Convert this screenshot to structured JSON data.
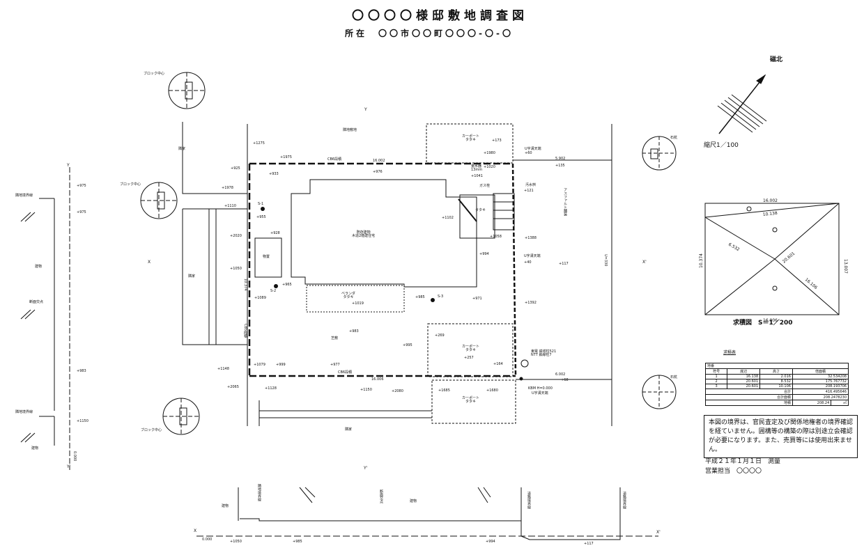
{
  "title": "〇〇〇〇様邸敷地調査図",
  "location": "所在　〇〇市〇〇町〇〇〇-〇-〇",
  "north_label": "磁北",
  "scale": "縮尺1／100",
  "area_diagram": {
    "caption": "求積図　S＝1／200",
    "top": "16.002",
    "bottom": "16.006",
    "left": "10.374",
    "right": "13.007",
    "diag1": "10.138",
    "diag2": "20.601",
    "diag3": "6.532",
    "diag4": "16.106"
  },
  "area_table": {
    "heading": "求積表",
    "headers": [
      "地番",
      "符号",
      "底辺",
      "高さ",
      "倍面積"
    ],
    "rows": [
      [
        "1",
        "16.138",
        "2.016",
        "32.534208"
      ],
      [
        "2",
        "20.601",
        "8.532",
        "175.767732"
      ],
      [
        "3",
        "20.601",
        "10.106",
        "208.193706"
      ]
    ],
    "sum_label": "合計",
    "sum_value": "416.495646",
    "total_label": "合計面積",
    "total_value": "208.2478230",
    "land_label": "地積",
    "land_value": "208.24",
    "land_unit": "㎡"
  },
  "note": "本図の境界は、官民査定及び関係地権者の境界確認を経ていません。囲構等の構築の際は別途立会確認が必要になります。また、売買等には使用出来ません。",
  "date": "平成２１年１月１日　測量",
  "staff": "営業担当　〇〇〇〇",
  "plan": {
    "existing_building": "既存建物\n木造2階建住宅",
    "veranda": "ベランダ\nタタキ",
    "storage": "物置",
    "lawn": "芝敷",
    "carport_top": "カーポート\nタタキ",
    "carport_right": "カーポート\nタタキ",
    "carport_bottom": "カーポート\nタタキ",
    "neighbor_top": "隣地敷地",
    "neighbor_left": "隣家",
    "neighbor_bottom": "隣家",
    "road": "アスファルト舗装",
    "road_width": "U=330",
    "cb_fence_top": "CB6段積",
    "cb_fence_bottom": "CB6段積",
    "cb_fence_left": "CB5段積",
    "u_gutter": "U字溝天端",
    "u_gutter2": "U字溝天端",
    "kbm": "KBM H=0.000",
    "utility_pole": "東電 鉄塔柱521\nNTT 鉄線柱7",
    "water_meter": "量水器\n13mm",
    "gas_valve": "ガス栓",
    "sewer_cap": "汚水桝",
    "stone": "石杭",
    "block_center": "ブロック中心",
    "neighbor_boundary": "隣地境界線",
    "section_cross": "断面交点",
    "building": "建物",
    "road_boundary": "道路境界線",
    "tataki": "タタキ",
    "s1": "S-1",
    "s2": "S-2",
    "s3": "S-3",
    "dist_top": "16.002",
    "dist_bottom": "16.006",
    "dist_right_top": "5.902",
    "dist_right_bottom": "6.002",
    "dist_left": "10.374",
    "dist_right": "13.007",
    "elev": [
      "+1275",
      "+1975",
      "+925",
      "+933",
      "+976",
      "+1978",
      "+1110",
      "+955",
      "+2020",
      "+928",
      "+1050",
      "+965",
      "+1089",
      "+1019",
      "+985",
      "+971",
      "+983",
      "+995",
      "+999",
      "+977",
      "+1148",
      "+1079",
      "+2065",
      "+1128",
      "+1150",
      "+2080",
      "+1685",
      "+1680",
      "+1020",
      "+1041",
      "+1980",
      "+173",
      "+60",
      "+135",
      "+121",
      "+1102",
      "+1058",
      "+1388",
      "+994",
      "+40",
      "+117",
      "+1392",
      "+269",
      "+257",
      "+164",
      "+68"
    ]
  },
  "section_left": {
    "top": "+975",
    "mid": "+975",
    "low": "+983",
    "bot": "+1150",
    "zero": "0.000"
  },
  "section_bottom": {
    "zero": "0.000",
    "a": "+1050",
    "b": "+985",
    "c": "+994",
    "d": "+117"
  },
  "axis": {
    "x": "X",
    "x2": "X'",
    "y": "Y",
    "y2": "Y'"
  }
}
